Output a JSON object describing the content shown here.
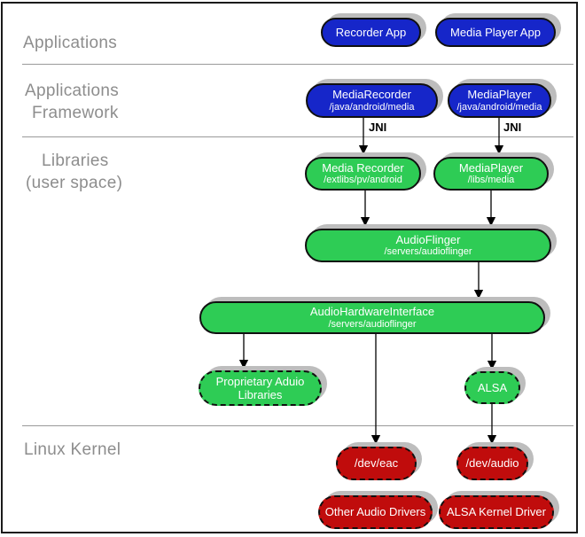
{
  "colors": {
    "blue": "#1626c9",
    "green": "#2ecc55",
    "red": "#c00c0c",
    "shadow": "#bdbdbd",
    "label_gray": "#8d8d8d"
  },
  "layers": {
    "applications": {
      "line1": "Applications"
    },
    "framework": {
      "line1": "Applications",
      "line2": "Framework"
    },
    "libraries": {
      "line1": "Libraries",
      "line2": "(user space)"
    },
    "kernel": {
      "line1": "Linux Kernel"
    }
  },
  "connectors": {
    "jni_left": "JNI",
    "jni_right": "JNI"
  },
  "nodes": {
    "recorder_app": {
      "title": "Recorder App"
    },
    "media_player_app": {
      "title": "Media Player App"
    },
    "media_recorder_framework": {
      "title": "MediaRecorder",
      "subtitle": "/java/android/media"
    },
    "media_player_framework": {
      "title": "MediaPlayer",
      "subtitle": "/java/android/media"
    },
    "media_recorder_lib": {
      "title": "Media Recorder",
      "subtitle": "/extlibs/pv/android"
    },
    "media_player_lib": {
      "title": "MediaPlayer",
      "subtitle": "/libs/media"
    },
    "audio_flinger": {
      "title": "AudioFlinger",
      "subtitle": "/servers/audioflinger"
    },
    "audio_hardware_interface": {
      "title": "AudioHardwareInterface",
      "subtitle": "/servers/audioflinger"
    },
    "proprietary_audio_libraries": {
      "title": "Proprietary Aduio",
      "title2": "Libraries"
    },
    "alsa": {
      "title": "ALSA"
    },
    "dev_eac": {
      "title": "/dev/eac"
    },
    "dev_audio": {
      "title": "/dev/audio"
    },
    "other_audio_drivers": {
      "title": "Other Audio Drivers"
    },
    "alsa_kernel_driver": {
      "title": "ALSA Kernel Driver"
    }
  }
}
